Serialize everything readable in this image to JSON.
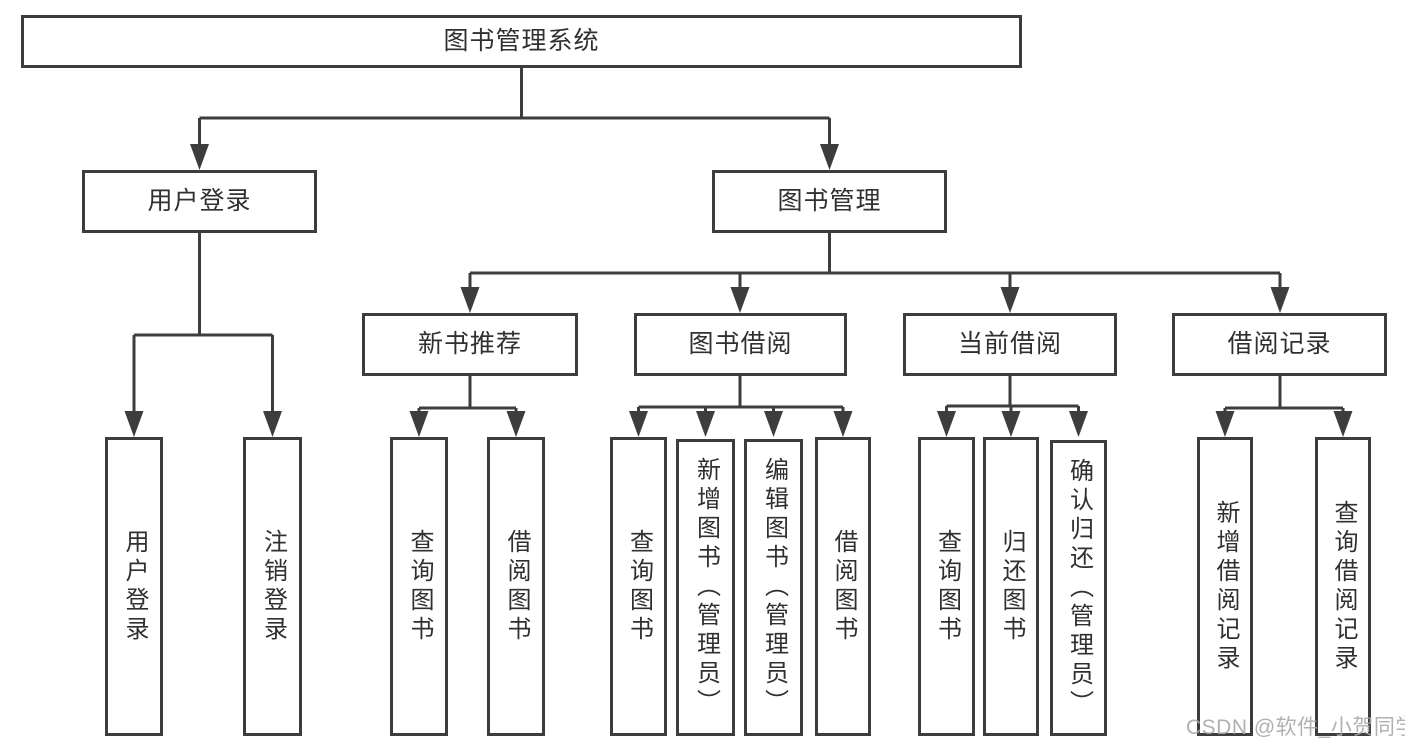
{
  "diagram_title": "图书管理系统",
  "nodes": {
    "root": "图书管理系统",
    "user_login": "用户登录",
    "book_mgmt": "图书管理",
    "new_book_rec": "新书推荐",
    "book_borrow": "图书借阅",
    "current_borrow": "当前借阅",
    "borrow_record": "借阅记录"
  },
  "leaves": {
    "user_login": "用户登录",
    "logout": "注销登录",
    "rec_search_book": "查询图书",
    "rec_borrow_book": "借阅图书",
    "bb_search_book": "查询图书",
    "bb_add_book": "新增图书（管理员）",
    "bb_edit_book": "编辑图书（管理员）",
    "bb_borrow_book": "借阅图书",
    "cb_search_book": "查询图书",
    "cb_return_book": "归还图书",
    "cb_confirm_return": "确认归还（管理员）",
    "br_add_record": "新增借阅记录",
    "br_search_record": "查询借阅记录"
  },
  "hierarchy": {
    "图书管理系统": {
      "用户登录": [
        "用户登录",
        "注销登录"
      ],
      "图书管理": {
        "新书推荐": [
          "查询图书",
          "借阅图书"
        ],
        "图书借阅": [
          "查询图书",
          "新增图书（管理员）",
          "编辑图书（管理员）",
          "借阅图书"
        ],
        "当前借阅": [
          "查询图书",
          "归还图书",
          "确认归还（管理员）"
        ],
        "借阅记录": [
          "新增借阅记录",
          "查询借阅记录"
        ]
      }
    }
  },
  "watermark": "CSDN @软件_小贺同学",
  "colors": {
    "line": "#3d3d3d",
    "text": "#303030",
    "watermark": "rgba(168,168,168,0.9)",
    "background": "#ffffff"
  }
}
